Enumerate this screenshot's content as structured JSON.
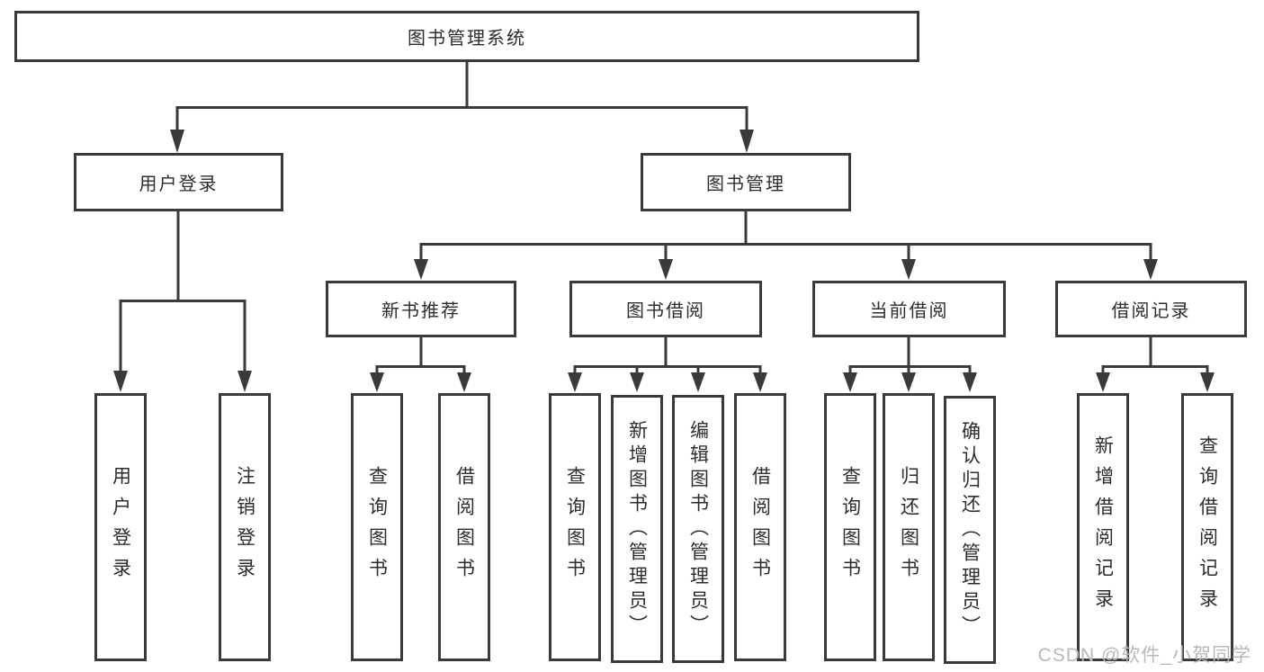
{
  "colors": {
    "line": "#3a3a3a",
    "box_border": "#3a3a3a",
    "text": "#2d2d2d",
    "background": "#ffffff",
    "watermark": "#b9b9b9"
  },
  "watermark": "CSDN @软件_小贺同学",
  "tree": {
    "root": {
      "label": "图书管理系统"
    },
    "branches": [
      {
        "label": "用户登录",
        "children": [
          {
            "label": "用户登录"
          },
          {
            "label": "注销登录"
          }
        ]
      },
      {
        "label": "图书管理",
        "children": [
          {
            "label": "新书推荐",
            "children": [
              {
                "label": "查询图书"
              },
              {
                "label": "借阅图书"
              }
            ]
          },
          {
            "label": "图书借阅",
            "children": [
              {
                "label": "查询图书"
              },
              {
                "label": "新增图书（管理员）"
              },
              {
                "label": "编辑图书（管理员）"
              },
              {
                "label": "借阅图书"
              }
            ]
          },
          {
            "label": "当前借阅",
            "children": [
              {
                "label": "查询图书"
              },
              {
                "label": "归还图书"
              },
              {
                "label": "确认归还（管理员）"
              }
            ]
          },
          {
            "label": "借阅记录",
            "children": [
              {
                "label": "新增借阅记录"
              },
              {
                "label": "查询借阅记录"
              }
            ]
          }
        ]
      }
    ]
  }
}
